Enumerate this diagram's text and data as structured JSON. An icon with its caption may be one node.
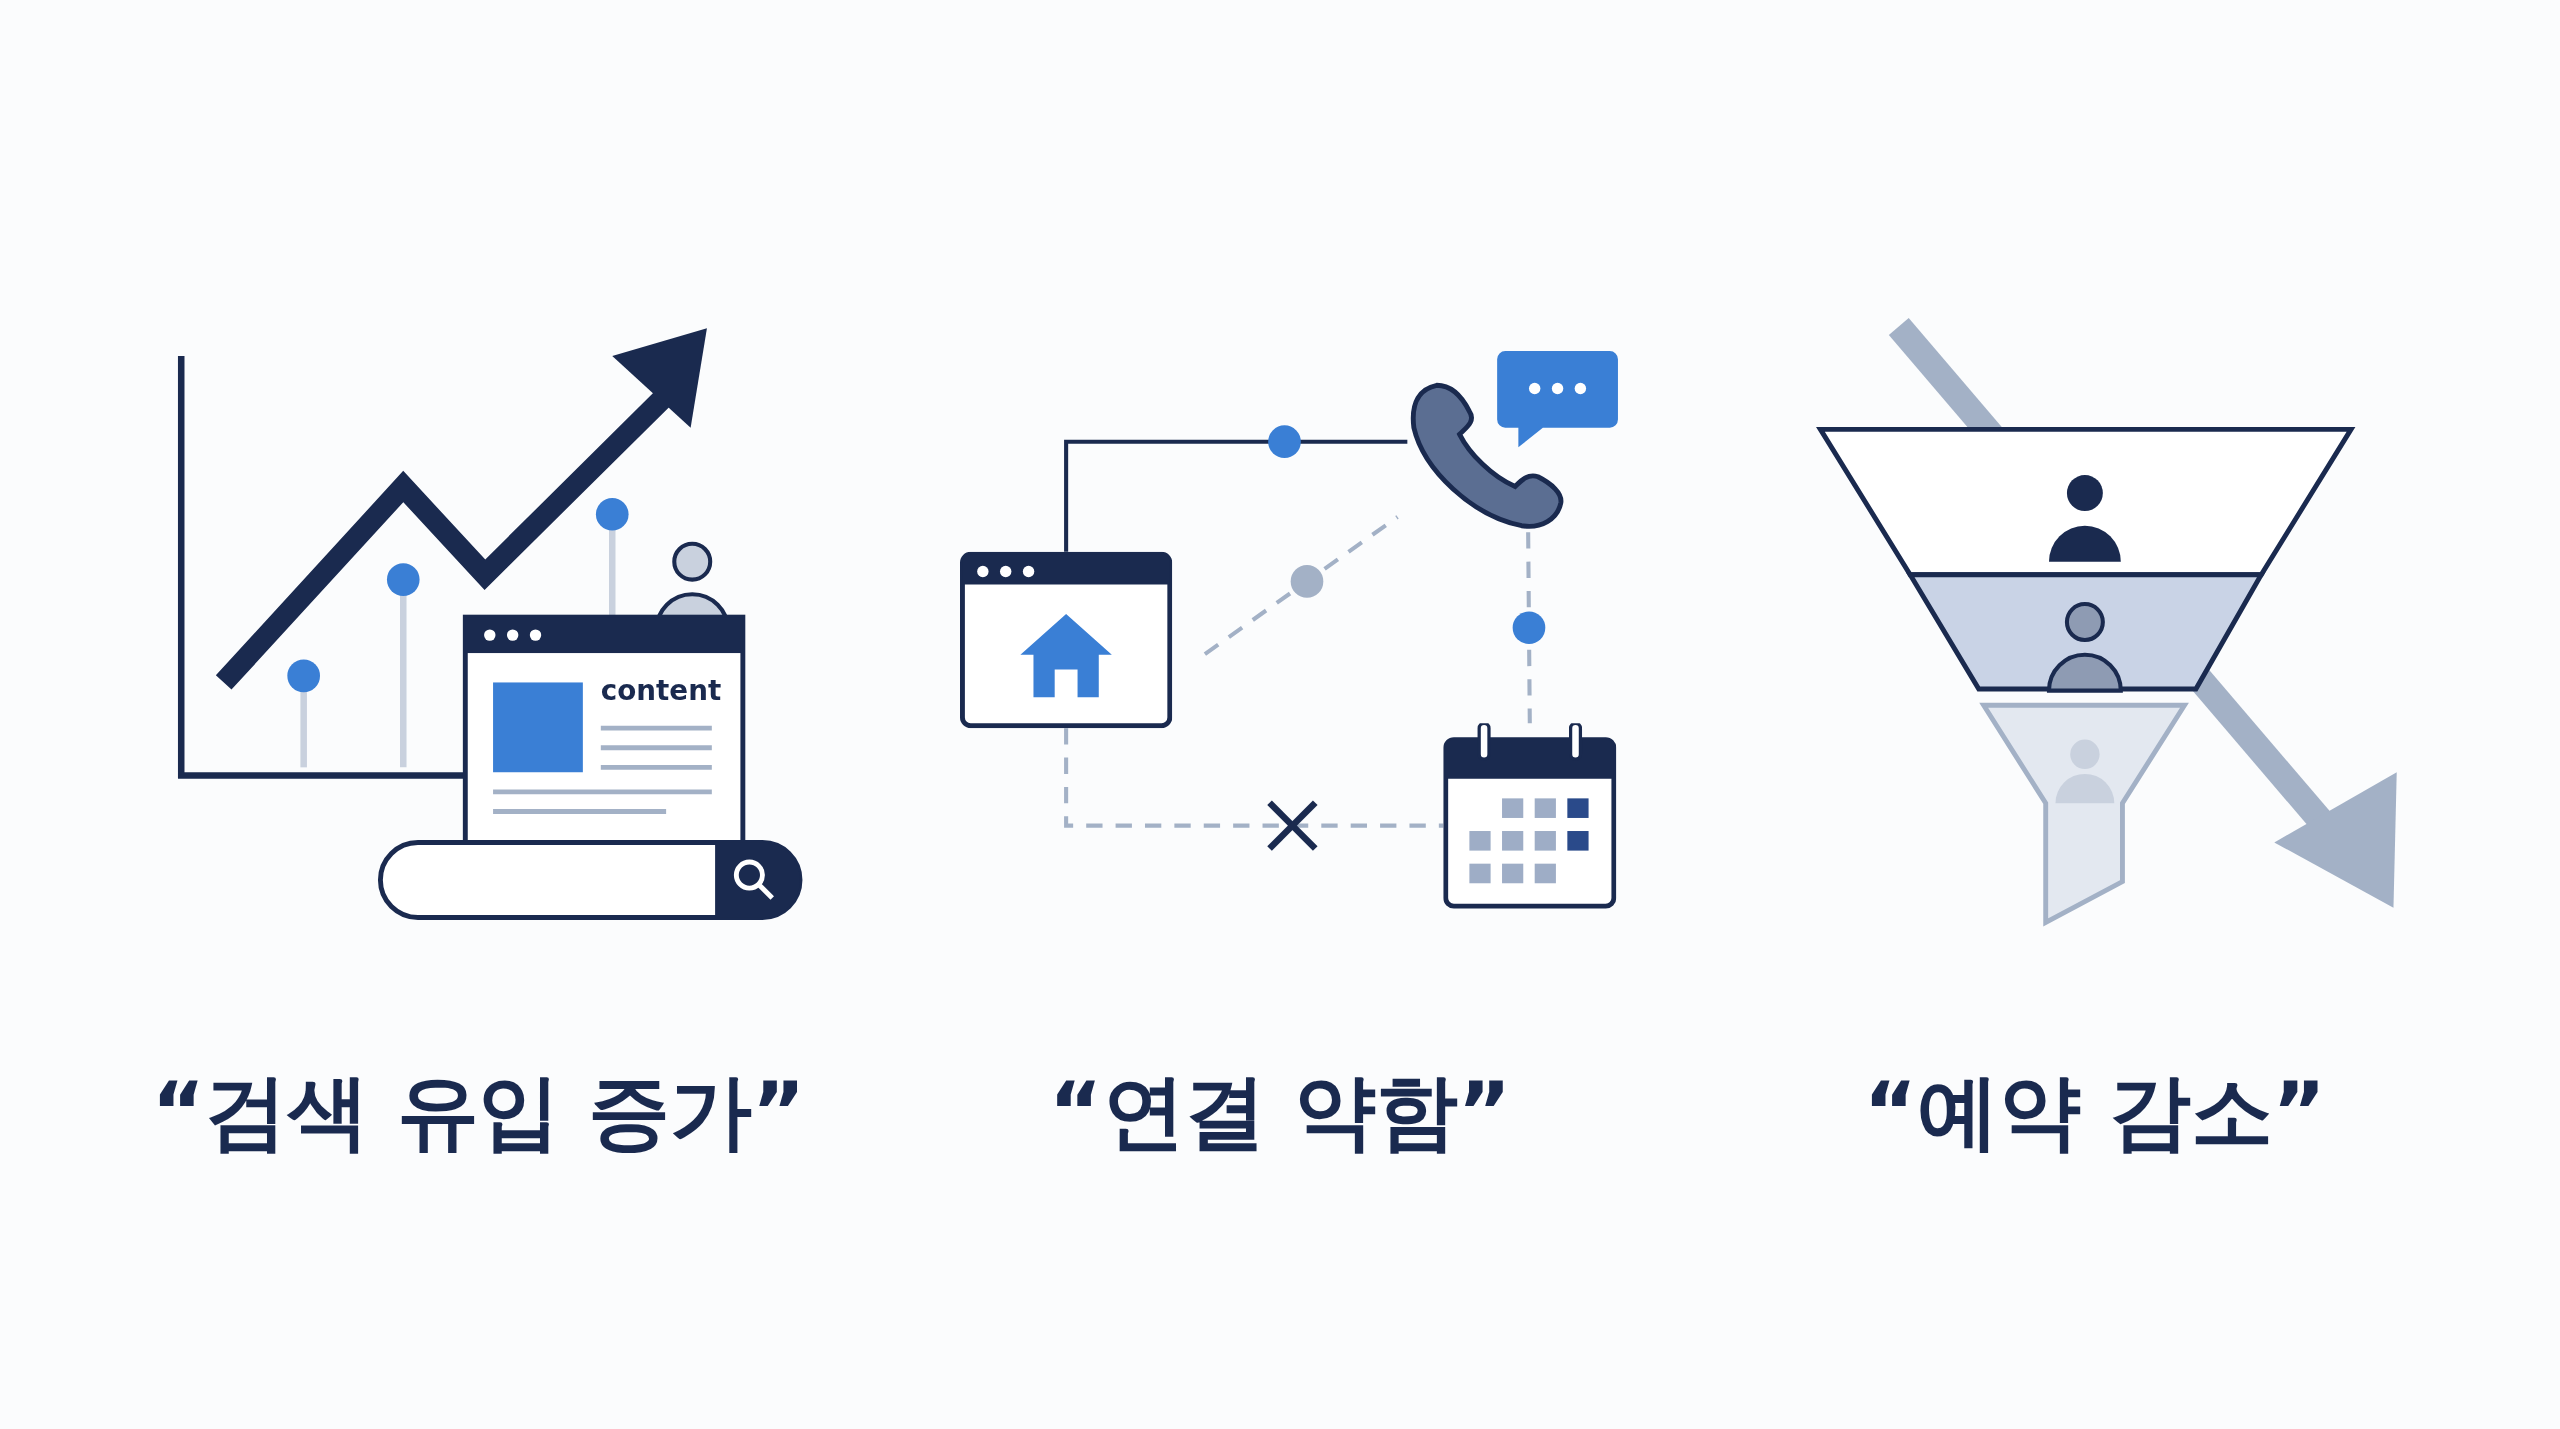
{
  "diagram": {
    "nodes": [
      {
        "text": [],
        "shape": "picture"
      },
      {
        "text": [],
        "shape": "picture"
      },
      {
        "text": [],
        "shape": "picture"
      }
    ],
    "edges": [
      {
        "from": 0,
        "to": 1,
        "arrow": "none",
        "color": "#1a2a4f"
      },
      {
        "from": 0,
        "to": 1,
        "arrow": "none",
        "style": "dashed"
      },
      {
        "from": 1,
        "to": 2,
        "arrow": "none",
        "style": "dashed"
      },
      {
        "from": 0,
        "to": 2,
        "arrow": "none",
        "style": "dashed"
      }
    ],
    "labels": [
      "content",
      "“검색 유입 증가”",
      "“연결 약함”",
      "“예약 감소”"
    ]
  }
}
